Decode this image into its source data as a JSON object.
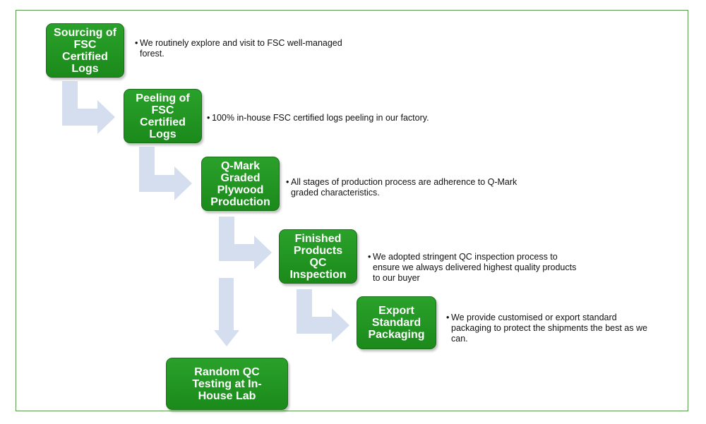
{
  "colors": {
    "box_green": "#1e961e",
    "border_green": "#5a9a4e",
    "arrow_fill": "#d4deef"
  },
  "steps": [
    {
      "label": "Sourcing of\nFSC\nCertified\nLogs",
      "note": "We routinely explore and visit to FSC well-managed\nforest."
    },
    {
      "label": "Peeling of\nFSC\nCertified\nLogs",
      "note": "100% in-house FSC certified logs peeling in our factory."
    },
    {
      "label": "Q-Mark\nGraded\nPlywood\nProduction",
      "note": "All stages of production process are adherence to Q-Mark\ngraded characteristics."
    },
    {
      "label": "Finished\nProducts\nQC\nInspection",
      "note": "We adopted stringent QC inspection process to\nensure we always delivered highest quality products\nto our buyer"
    },
    {
      "label": "Export\nStandard\nPackaging",
      "note": "We provide customised or export standard\npackaging to protect the shipments the best as we\ncan."
    }
  ],
  "side_step": {
    "label": "Random QC\nTesting at In-\nHouse Lab"
  },
  "bullet_char": "•"
}
